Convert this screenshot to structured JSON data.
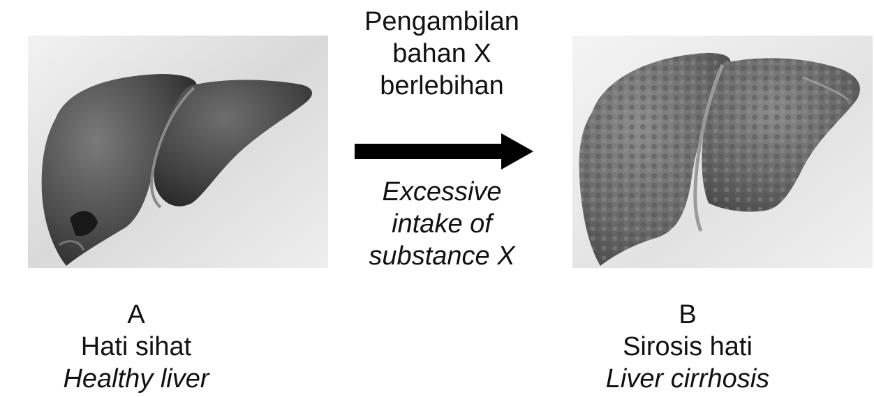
{
  "middle": {
    "malay_lines": [
      "Pengambilan",
      "bahan X",
      "berlebihan"
    ],
    "english_lines": [
      "Excessive",
      "intake of",
      "substance X"
    ]
  },
  "panel_a": {
    "letter": "A",
    "malay_label": "Hati sihat",
    "english_label": "Healthy liver"
  },
  "panel_b": {
    "letter": "B",
    "malay_label": "Sirosis hati",
    "english_label": "Liver cirrhosis"
  },
  "colors": {
    "background": "#ffffff",
    "text": "#111111",
    "arrow": "#000000",
    "healthy_liver": "#4a4a4a",
    "cirrhotic_liver": "#6b6b6b"
  }
}
